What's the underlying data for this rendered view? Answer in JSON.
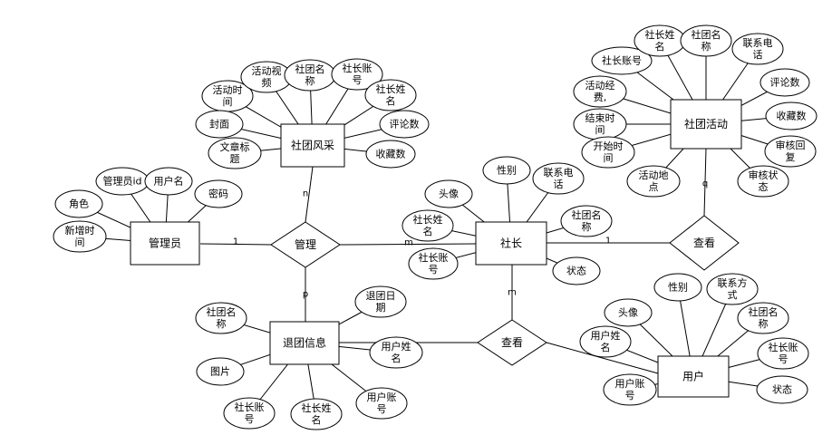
{
  "entities": {
    "admin": "管理员",
    "fengcai": "社团风采",
    "shezhang": "社长",
    "activity": "社团活动",
    "withdraw": "退团信息",
    "user": "用户"
  },
  "relationships": {
    "manage": "管理",
    "view_activity": "查看",
    "view_withdraw": "查看"
  },
  "cardinalities": {
    "admin_manage": "1",
    "manage_fengcai": "n",
    "manage_shezhang": "m",
    "manage_withdraw": "p",
    "shezhang_view": "1",
    "view_activity": "q",
    "shezhang_view2": "m"
  },
  "attributes": {
    "admin": [
      [
        "新增时",
        "间"
      ],
      [
        "角色"
      ],
      [
        "管理员id"
      ],
      [
        "用户名"
      ],
      [
        "密码"
      ]
    ],
    "fengcai": [
      [
        "活动时",
        "间"
      ],
      [
        "活动视",
        "频"
      ],
      [
        "社团名",
        "称"
      ],
      [
        "社长账",
        "号"
      ],
      [
        "封面"
      ],
      [
        "社长姓",
        "名"
      ],
      [
        "文章标",
        "题"
      ],
      [
        "评论数"
      ],
      [
        "收藏数"
      ]
    ],
    "shezhang": [
      [
        "头像"
      ],
      [
        "性别"
      ],
      [
        "联系电",
        "话"
      ],
      [
        "社长姓",
        "名"
      ],
      [
        "社团名",
        "称"
      ],
      [
        "社长账",
        "号"
      ],
      [
        "状态"
      ]
    ],
    "activity": [
      [
        "社长账号"
      ],
      [
        "社长姓",
        "名"
      ],
      [
        "社团名",
        "称"
      ],
      [
        "联系电",
        "话"
      ],
      [
        "活动经",
        "费,"
      ],
      [
        "评论数"
      ],
      [
        "结束时",
        "间"
      ],
      [
        "收藏数"
      ],
      [
        "开始时",
        "间"
      ],
      [
        "审核回",
        "复"
      ],
      [
        "活动地",
        "点"
      ],
      [
        "审核状",
        "态"
      ]
    ],
    "withdraw": [
      [
        "社团名",
        "称"
      ],
      [
        "退团日",
        "期"
      ],
      [
        "图片"
      ],
      [
        "用户姓",
        "名"
      ],
      [
        "社长账",
        "号"
      ],
      [
        "社长姓",
        "名"
      ],
      [
        "用户账",
        "号"
      ]
    ],
    "user": [
      [
        "性别"
      ],
      [
        "联系方",
        "式"
      ],
      [
        "头像"
      ],
      [
        "用户姓",
        "名"
      ],
      [
        "社团名",
        "称"
      ],
      [
        "社长账",
        "号"
      ],
      [
        "用户账",
        "号"
      ],
      [
        "状态"
      ]
    ]
  }
}
